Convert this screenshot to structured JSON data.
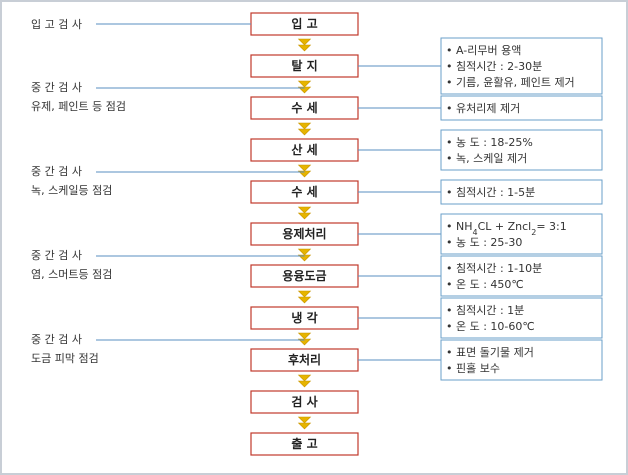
{
  "steps": [
    {
      "label": "입 고"
    },
    {
      "label": "탈 지"
    },
    {
      "label": "수 세"
    },
    {
      "label": "산 세"
    },
    {
      "label": "수 세"
    },
    {
      "label": "용제처리"
    },
    {
      "label": "용융도금"
    },
    {
      "label": "냉 각"
    },
    {
      "label": "후처리"
    },
    {
      "label": "검 사"
    },
    {
      "label": "출 고"
    }
  ],
  "side_notes": [
    {
      "title": "입 고 검 사",
      "sub": "",
      "attach_step": 0
    },
    {
      "title": "중 간 검 사",
      "sub": "유제, 페인트 등 점검",
      "attach_step": 1
    },
    {
      "title": "중 간 검 사",
      "sub": "녹, 스케일등 점검",
      "attach_step": 3
    },
    {
      "title": "중 간 검 사",
      "sub": "염, 스머트등 점검",
      "attach_step": 5
    },
    {
      "title": "중 간 검 사",
      "sub": "도금 피막 점검",
      "attach_step": 7
    }
  ],
  "details": [
    {
      "step": 1,
      "lines": [
        "A-리무버 용액",
        "침적시간 : 2-30분",
        "기름, 윤활유, 페인트 제거"
      ]
    },
    {
      "step": 2,
      "lines": [
        "유처리제 제거"
      ]
    },
    {
      "step": 3,
      "lines": [
        "농  도 : 18-25%",
        "녹, 스케일 제거"
      ]
    },
    {
      "step": 4,
      "lines": [
        "침적시간 : 1-5분"
      ]
    },
    {
      "step": 5,
      "lines": [
        {
          "parts": [
            {
              "t": "NH"
            },
            {
              "t": "4",
              "sub": true
            },
            {
              "t": "CL + Zncl"
            },
            {
              "t": "2",
              "sub": true
            },
            {
              "t": "= 3:1"
            }
          ]
        },
        "농  도 : 25-30"
      ]
    },
    {
      "step": 6,
      "lines": [
        "침적시간 : 1-10분",
        "온  도 : 450℃"
      ]
    },
    {
      "step": 7,
      "lines": [
        "침적시간 : 1분",
        "온  도 : 10-60℃"
      ]
    },
    {
      "step": 8,
      "lines": [
        "표면 돌기물 제거",
        "핀홀 보수"
      ]
    }
  ],
  "colors": {
    "step_border": "#c0392b",
    "info_border": "#6a9fc9",
    "connector": "#5a8fc0",
    "arrow": "#e6b400"
  }
}
